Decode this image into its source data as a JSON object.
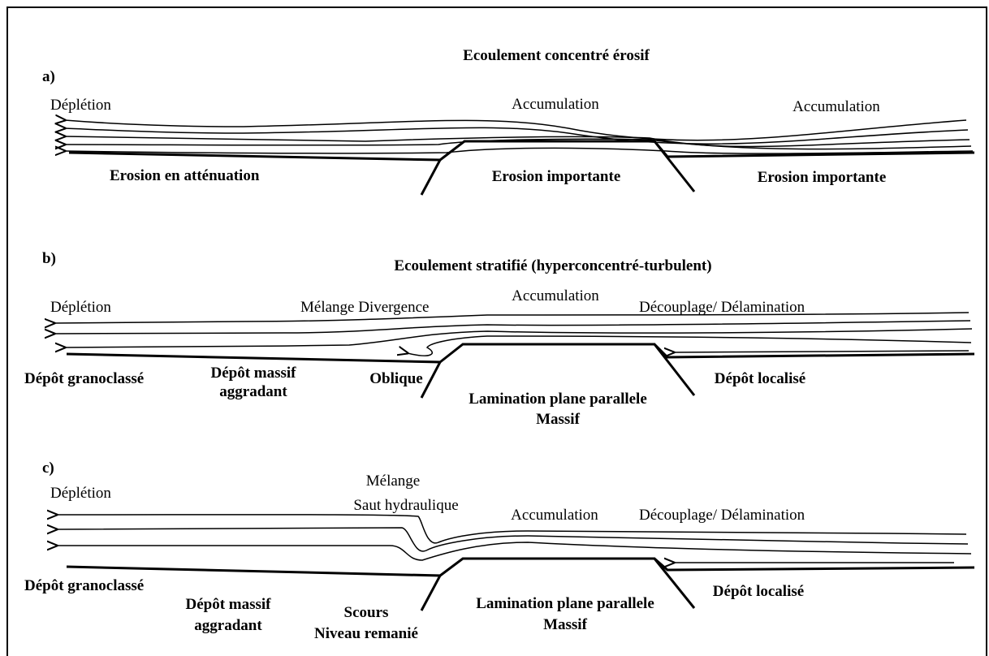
{
  "panels": {
    "a": {
      "letter": "a)",
      "title": "Ecoulement concentré érosif",
      "labels": {
        "depletion": "Déplétion",
        "accumulation_center": "Accumulation",
        "accumulation_right": "Accumulation",
        "erosion_attenuation": "Erosion en atténuation",
        "erosion_center": "Erosion importante",
        "erosion_right": "Erosion importante"
      }
    },
    "b": {
      "letter": "b)",
      "title": "Ecoulement stratifié (hyperconcentré-turbulent)",
      "labels": {
        "depletion": "Déplétion",
        "melange_divergence": "Mélange Divergence",
        "accumulation": "Accumulation",
        "decouplage": "Découplage/ Délamination",
        "depot_granoclasse": "Dépôt granoclassé",
        "depot_massif_1": "Dépôt massif",
        "depot_massif_2": "aggradant",
        "oblique": "Oblique",
        "lamination_1": "Lamination plane parallele",
        "lamination_2": "Massif",
        "depot_localise": "Dépôt localisé"
      }
    },
    "c": {
      "letter": "c)",
      "labels": {
        "depletion": "Déplétion",
        "melange": "Mélange",
        "saut": "Saut hydraulique",
        "accumulation": "Accumulation",
        "decouplage": "Découplage/ Délamination",
        "depot_granoclasse": "Dépôt granoclassé",
        "depot_massif_1": "Dépôt massif",
        "depot_massif_2": "aggradant",
        "scours_1": "Scours",
        "scours_2": "Niveau remanié",
        "lamination_1": "Lamination plane parallele",
        "lamination_2": "Massif",
        "depot_localise": "Dépôt localisé"
      }
    }
  }
}
